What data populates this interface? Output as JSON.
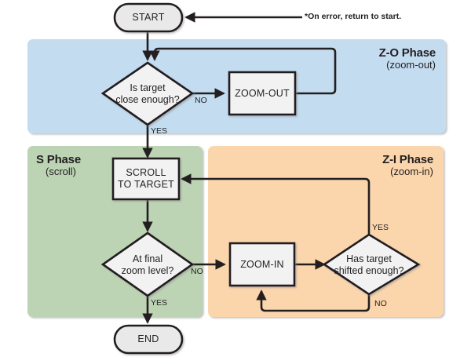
{
  "diagram": {
    "title_note": "*On error, return to start.",
    "colors": {
      "zoom_out_phase_bg": "#c3dcf0",
      "scroll_phase_bg": "#bcd4b4",
      "zoom_in_phase_bg": "#fbd6ad",
      "node_fill": "#efefef",
      "stroke": "#231f20",
      "page_bg": "#ffffff"
    },
    "phases": [
      {
        "id": "z-o",
        "title": "Z-O Phase",
        "subtitle": "(zoom-out)",
        "bg": "#c3dcf0"
      },
      {
        "id": "s",
        "title": "S Phase",
        "subtitle": "(scroll)",
        "bg": "#bcd4b4"
      },
      {
        "id": "z-i",
        "title": "Z-I Phase",
        "subtitle": "(zoom-in)",
        "bg": "#fbd6ad"
      }
    ],
    "nodes": {
      "start": {
        "label": "START",
        "shape": "terminator"
      },
      "end": {
        "label": "END",
        "shape": "terminator"
      },
      "decision_close_enough": {
        "line1": "Is target",
        "line2": "close enough?",
        "shape": "decision"
      },
      "zoom_out": {
        "label": "ZOOM-OUT",
        "shape": "process"
      },
      "scroll_to_target": {
        "line1": "SCROLL",
        "line2": "TO TARGET",
        "shape": "process"
      },
      "decision_final_zoom": {
        "line1": "At final",
        "line2": "zoom level?",
        "shape": "decision"
      },
      "zoom_in": {
        "label": "ZOOM-IN",
        "shape": "process"
      },
      "decision_shifted": {
        "line1": "Has target",
        "line2": "shifted enough?",
        "shape": "decision"
      }
    },
    "edge_labels": {
      "close_enough_no": "NO",
      "close_enough_yes": "YES",
      "final_zoom_no": "NO",
      "final_zoom_yes": "YES",
      "shifted_yes": "YES",
      "shifted_no": "NO"
    }
  }
}
